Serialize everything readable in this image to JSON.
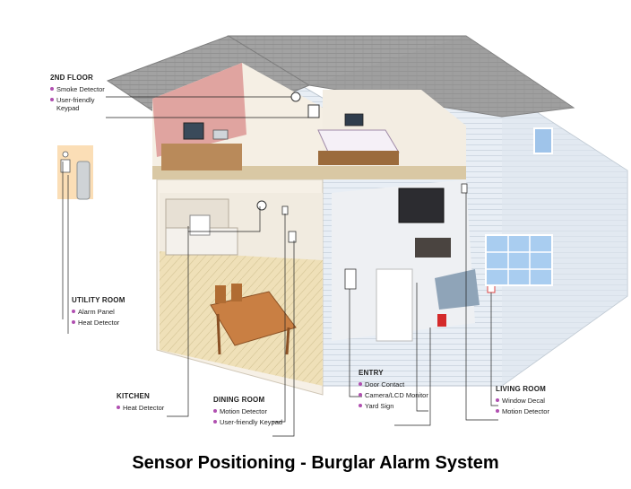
{
  "caption": "Sensor Positioning - Burglar Alarm System",
  "groups": {
    "floor2": {
      "title": "2ND FLOOR",
      "items": [
        "Smoke Detector",
        "User-friendly Keypad"
      ]
    },
    "utility": {
      "title": "UTILITY ROOM",
      "items": [
        "Alarm Panel",
        "Heat Detector"
      ]
    },
    "kitchen": {
      "title": "KITCHEN",
      "items": [
        "Heat Detector"
      ]
    },
    "dining": {
      "title": "DINING ROOM",
      "items": [
        "Motion Detector",
        "User-friendly Keypad"
      ]
    },
    "entry": {
      "title": "ENTRY",
      "items": [
        "Door Contact",
        "Camera/LCD Monitor",
        "Yard Sign"
      ]
    },
    "living": {
      "title": "LIVING ROOM",
      "items": [
        "Window Decal",
        "Motion Detector"
      ]
    }
  },
  "colors": {
    "bullet": "#b04fb0",
    "roof": "#9a9a9a",
    "siding": "#e6ecf3",
    "wall": "#f4efe7",
    "floor": "#e9d9b8"
  }
}
